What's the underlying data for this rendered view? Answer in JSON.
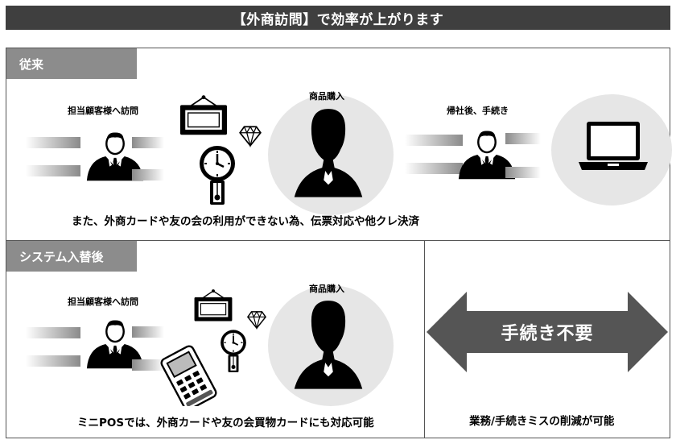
{
  "header": {
    "title": "【外商訪問】で効率が上がります"
  },
  "before": {
    "label": "従来",
    "visit_caption": "担当顧客様へ訪問",
    "purchase_caption": "商品購入",
    "return_caption": "帰社後、手続き",
    "footer": "また、外商カードや友の会の利用ができない為、伝票対応や他クレ決済"
  },
  "after": {
    "label": "システム入替後",
    "visit_caption": "担当顧客様へ訪問",
    "purchase_caption": "商品購入",
    "footer": "ミニPOSでは、外商カードや友の会買物カードにも対応可能",
    "arrow_text": "手続き不要",
    "result": "業務/手続きミスの削減が可能"
  },
  "icons": [
    "businessman-icon",
    "picture-frame-icon",
    "diamond-icon",
    "pendulum-clock-icon",
    "customer-silhouette-icon",
    "laptop-icon",
    "pos-terminal-icon",
    "double-arrow-icon"
  ],
  "colors": {
    "header_bg": "#3f3f3f",
    "label_bg": "#8c8c8c",
    "circle_bg": "#e6e6e6",
    "arrow_bg": "#555555"
  }
}
